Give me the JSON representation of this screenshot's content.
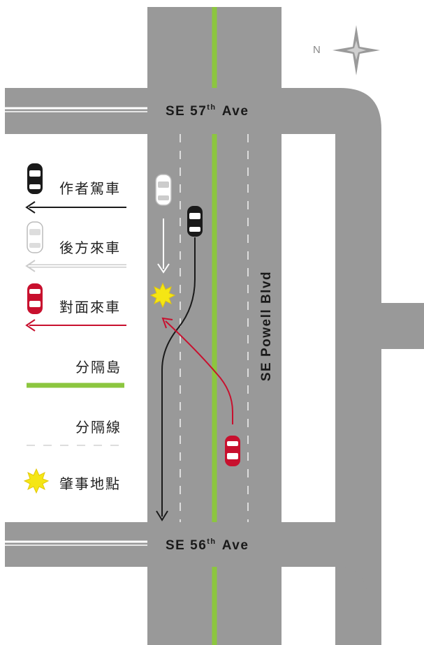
{
  "compass": {
    "north_label": "N",
    "icon": "compass-star-icon"
  },
  "streets": {
    "top": {
      "prefix": "SE 57",
      "sup": "th",
      "suffix": "Ave"
    },
    "bottom": {
      "prefix": "SE 56",
      "sup": "th",
      "suffix": "Ave"
    },
    "main": "SE Powell Blvd"
  },
  "legend": {
    "author_car": "作者駕車",
    "rear_car": "後方來車",
    "oncoming_car": "對面來車",
    "median": "分隔島",
    "lane_line": "分隔線",
    "crash_site": "肇事地點"
  },
  "colors": {
    "road": "#999999",
    "median": "#8cc63f",
    "author": "#1a1a1a",
    "rear": "#ffffff",
    "oncoming": "#c8102e",
    "crash": "#f5e614"
  }
}
